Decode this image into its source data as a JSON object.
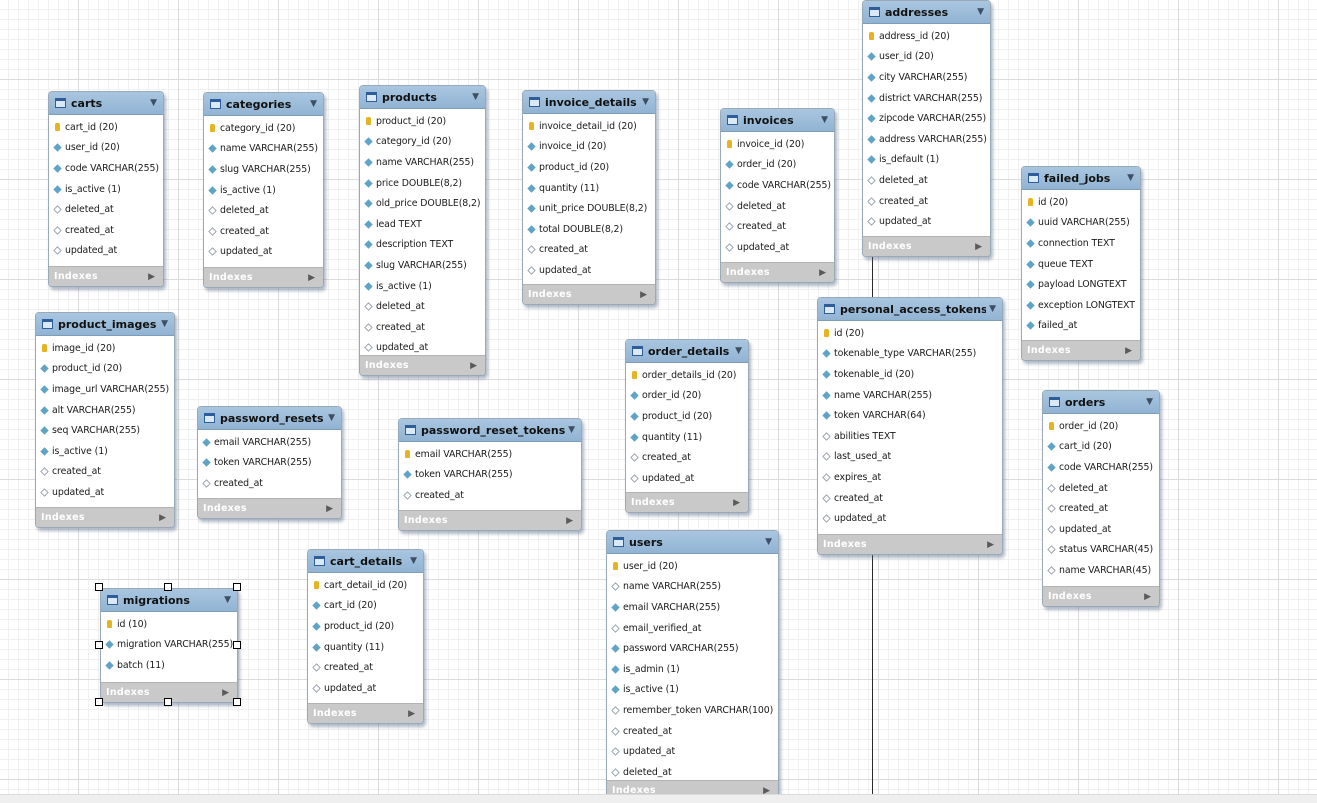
{
  "diagram": {
    "footer_label": "Indexes",
    "tables": [
      {
        "name": "carts",
        "columns": [
          {
            "icon": "key",
            "text": "cart_id (20)"
          },
          {
            "icon": "fill",
            "text": "user_id (20)"
          },
          {
            "icon": "fill",
            "text": "code VARCHAR(255)"
          },
          {
            "icon": "fill",
            "text": "is_active (1)"
          },
          {
            "icon": "empty",
            "text": "deleted_at"
          },
          {
            "icon": "empty",
            "text": "created_at"
          },
          {
            "icon": "empty",
            "text": "updated_at"
          }
        ]
      },
      {
        "name": "categories",
        "columns": [
          {
            "icon": "key",
            "text": "category_id (20)"
          },
          {
            "icon": "fill",
            "text": "name VARCHAR(255)"
          },
          {
            "icon": "fill",
            "text": "slug VARCHAR(255)"
          },
          {
            "icon": "fill",
            "text": "is_active (1)"
          },
          {
            "icon": "empty",
            "text": "deleted_at"
          },
          {
            "icon": "empty",
            "text": "created_at"
          },
          {
            "icon": "empty",
            "text": "updated_at"
          }
        ]
      },
      {
        "name": "products",
        "columns": [
          {
            "icon": "key",
            "text": "product_id (20)"
          },
          {
            "icon": "fill",
            "text": "category_id (20)"
          },
          {
            "icon": "fill",
            "text": "name VARCHAR(255)"
          },
          {
            "icon": "fill",
            "text": "price DOUBLE(8,2)"
          },
          {
            "icon": "fill",
            "text": "old_price DOUBLE(8,2)"
          },
          {
            "icon": "fill",
            "text": "lead TEXT"
          },
          {
            "icon": "fill",
            "text": "description TEXT"
          },
          {
            "icon": "fill",
            "text": "slug VARCHAR(255)"
          },
          {
            "icon": "fill",
            "text": "is_active (1)"
          },
          {
            "icon": "empty",
            "text": "deleted_at"
          },
          {
            "icon": "empty",
            "text": "created_at"
          },
          {
            "icon": "empty",
            "text": "updated_at"
          }
        ]
      },
      {
        "name": "invoice_details",
        "columns": [
          {
            "icon": "key",
            "text": "invoice_detail_id (20)"
          },
          {
            "icon": "fill",
            "text": "invoice_id (20)"
          },
          {
            "icon": "fill",
            "text": "product_id (20)"
          },
          {
            "icon": "fill",
            "text": "quantity (11)"
          },
          {
            "icon": "fill",
            "text": "unit_price DOUBLE(8,2)"
          },
          {
            "icon": "fill",
            "text": "total DOUBLE(8,2)"
          },
          {
            "icon": "empty",
            "text": "created_at"
          },
          {
            "icon": "empty",
            "text": "updated_at"
          }
        ]
      },
      {
        "name": "invoices",
        "columns": [
          {
            "icon": "key",
            "text": "invoice_id (20)"
          },
          {
            "icon": "fill",
            "text": "order_id (20)"
          },
          {
            "icon": "fill",
            "text": "code VARCHAR(255)"
          },
          {
            "icon": "empty",
            "text": "deleted_at"
          },
          {
            "icon": "empty",
            "text": "created_at"
          },
          {
            "icon": "empty",
            "text": "updated_at"
          }
        ]
      },
      {
        "name": "addresses",
        "columns": [
          {
            "icon": "key",
            "text": "address_id (20)"
          },
          {
            "icon": "fill",
            "text": "user_id (20)"
          },
          {
            "icon": "fill",
            "text": "city VARCHAR(255)"
          },
          {
            "icon": "fill",
            "text": "district VARCHAR(255)"
          },
          {
            "icon": "fill",
            "text": "zipcode VARCHAR(255)"
          },
          {
            "icon": "fill",
            "text": "address VARCHAR(255)"
          },
          {
            "icon": "fill",
            "text": "is_default (1)"
          },
          {
            "icon": "empty",
            "text": "deleted_at"
          },
          {
            "icon": "empty",
            "text": "created_at"
          },
          {
            "icon": "empty",
            "text": "updated_at"
          }
        ]
      },
      {
        "name": "failed_jobs",
        "columns": [
          {
            "icon": "key",
            "text": "id (20)"
          },
          {
            "icon": "fill",
            "text": "uuid VARCHAR(255)"
          },
          {
            "icon": "fill",
            "text": "connection TEXT"
          },
          {
            "icon": "fill",
            "text": "queue TEXT"
          },
          {
            "icon": "fill",
            "text": "payload LONGTEXT"
          },
          {
            "icon": "fill",
            "text": "exception LONGTEXT"
          },
          {
            "icon": "fill",
            "text": "failed_at"
          }
        ]
      },
      {
        "name": "product_images",
        "columns": [
          {
            "icon": "key",
            "text": "image_id (20)"
          },
          {
            "icon": "fill",
            "text": "product_id (20)"
          },
          {
            "icon": "fill",
            "text": "image_url VARCHAR(255)"
          },
          {
            "icon": "fill",
            "text": "alt VARCHAR(255)"
          },
          {
            "icon": "fill",
            "text": "seq VARCHAR(255)"
          },
          {
            "icon": "fill",
            "text": "is_active (1)"
          },
          {
            "icon": "empty",
            "text": "created_at"
          },
          {
            "icon": "empty",
            "text": "updated_at"
          }
        ]
      },
      {
        "name": "password_resets",
        "columns": [
          {
            "icon": "fill",
            "text": "email VARCHAR(255)"
          },
          {
            "icon": "fill",
            "text": "token VARCHAR(255)"
          },
          {
            "icon": "empty",
            "text": "created_at"
          }
        ]
      },
      {
        "name": "password_reset_tokens",
        "columns": [
          {
            "icon": "key",
            "text": "email VARCHAR(255)"
          },
          {
            "icon": "fill",
            "text": "token VARCHAR(255)"
          },
          {
            "icon": "empty",
            "text": "created_at"
          }
        ]
      },
      {
        "name": "order_details",
        "columns": [
          {
            "icon": "key",
            "text": "order_details_id (20)"
          },
          {
            "icon": "fill",
            "text": "order_id (20)"
          },
          {
            "icon": "fill",
            "text": "product_id (20)"
          },
          {
            "icon": "fill",
            "text": "quantity (11)"
          },
          {
            "icon": "empty",
            "text": "created_at"
          },
          {
            "icon": "empty",
            "text": "updated_at"
          }
        ]
      },
      {
        "name": "personal_access_tokens",
        "columns": [
          {
            "icon": "key",
            "text": "id (20)"
          },
          {
            "icon": "fill",
            "text": "tokenable_type VARCHAR(255)"
          },
          {
            "icon": "fill",
            "text": "tokenable_id (20)"
          },
          {
            "icon": "fill",
            "text": "name VARCHAR(255)"
          },
          {
            "icon": "fill",
            "text": "token VARCHAR(64)"
          },
          {
            "icon": "empty",
            "text": "abilities TEXT"
          },
          {
            "icon": "empty",
            "text": "last_used_at"
          },
          {
            "icon": "empty",
            "text": "expires_at"
          },
          {
            "icon": "empty",
            "text": "created_at"
          },
          {
            "icon": "empty",
            "text": "updated_at"
          }
        ]
      },
      {
        "name": "orders",
        "columns": [
          {
            "icon": "key",
            "text": "order_id (20)"
          },
          {
            "icon": "fill",
            "text": "cart_id (20)"
          },
          {
            "icon": "fill",
            "text": "code VARCHAR(255)"
          },
          {
            "icon": "empty",
            "text": "deleted_at"
          },
          {
            "icon": "empty",
            "text": "created_at"
          },
          {
            "icon": "empty",
            "text": "updated_at"
          },
          {
            "icon": "empty",
            "text": "status VARCHAR(45)"
          },
          {
            "icon": "empty",
            "text": "name VARCHAR(45)"
          }
        ]
      },
      {
        "name": "migrations",
        "columns": [
          {
            "icon": "key",
            "text": "id (10)"
          },
          {
            "icon": "fill",
            "text": "migration VARCHAR(255)"
          },
          {
            "icon": "fill",
            "text": "batch (11)"
          }
        ]
      },
      {
        "name": "cart_details",
        "columns": [
          {
            "icon": "key",
            "text": "cart_detail_id (20)"
          },
          {
            "icon": "fill",
            "text": "cart_id (20)"
          },
          {
            "icon": "fill",
            "text": "product_id (20)"
          },
          {
            "icon": "fill",
            "text": "quantity (11)"
          },
          {
            "icon": "empty",
            "text": "created_at"
          },
          {
            "icon": "empty",
            "text": "updated_at"
          }
        ]
      },
      {
        "name": "users",
        "columns": [
          {
            "icon": "key",
            "text": "user_id (20)"
          },
          {
            "icon": "empty",
            "text": "name VARCHAR(255)"
          },
          {
            "icon": "fill",
            "text": "email VARCHAR(255)"
          },
          {
            "icon": "empty",
            "text": "email_verified_at"
          },
          {
            "icon": "fill",
            "text": "password VARCHAR(255)"
          },
          {
            "icon": "fill",
            "text": "is_admin (1)"
          },
          {
            "icon": "fill",
            "text": "is_active (1)"
          },
          {
            "icon": "empty",
            "text": "remember_token VARCHAR(100)"
          },
          {
            "icon": "empty",
            "text": "created_at"
          },
          {
            "icon": "empty",
            "text": "updated_at"
          },
          {
            "icon": "empty",
            "text": "deleted_at"
          }
        ]
      }
    ]
  }
}
